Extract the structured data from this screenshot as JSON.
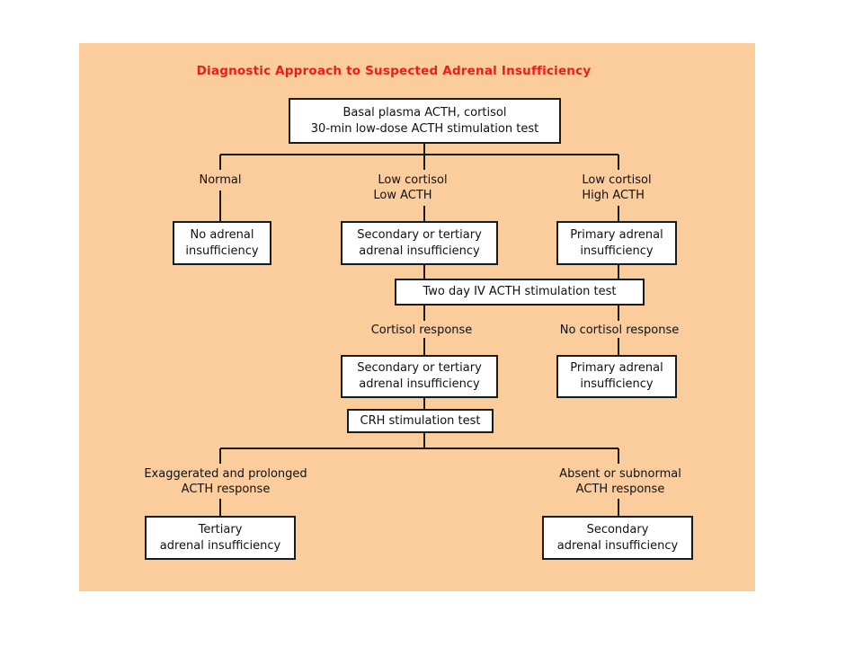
{
  "title": "Diagnostic Approach to Suspected Adrenal Insufficiency",
  "boxes": {
    "basal": [
      "Basal plasma ACTH, cortisol",
      "30-min low-dose ACTH stimulation test"
    ],
    "no_ai": [
      "No adrenal",
      "insufficiency"
    ],
    "sec_ter_1": [
      "Secondary or tertiary",
      "adrenal insufficiency"
    ],
    "primary_1": [
      "Primary adrenal",
      "insufficiency"
    ],
    "two_day": [
      "Two day IV ACTH stimulation test"
    ],
    "sec_ter_2": [
      "Secondary or tertiary",
      "adrenal insufficiency"
    ],
    "primary_2": [
      "Primary adrenal",
      "insufficiency"
    ],
    "crh": [
      "CRH stimulation test"
    ],
    "tertiary": [
      "Tertiary",
      "adrenal insufficiency"
    ],
    "secondary": [
      "Secondary",
      "adrenal insufficiency"
    ]
  },
  "labels": {
    "normal": [
      "Normal"
    ],
    "low_low": [
      "Low cortisol",
      "Low ACTH"
    ],
    "low_high": [
      "Low cortisol",
      "High ACTH"
    ],
    "cortisol_response": [
      "Cortisol response"
    ],
    "no_cortisol_response": [
      "No cortisol response"
    ],
    "exaggerated": [
      "Exaggerated and prolonged",
      "ACTH response"
    ],
    "absent": [
      "Absent or subnormal",
      "ACTH response"
    ]
  }
}
